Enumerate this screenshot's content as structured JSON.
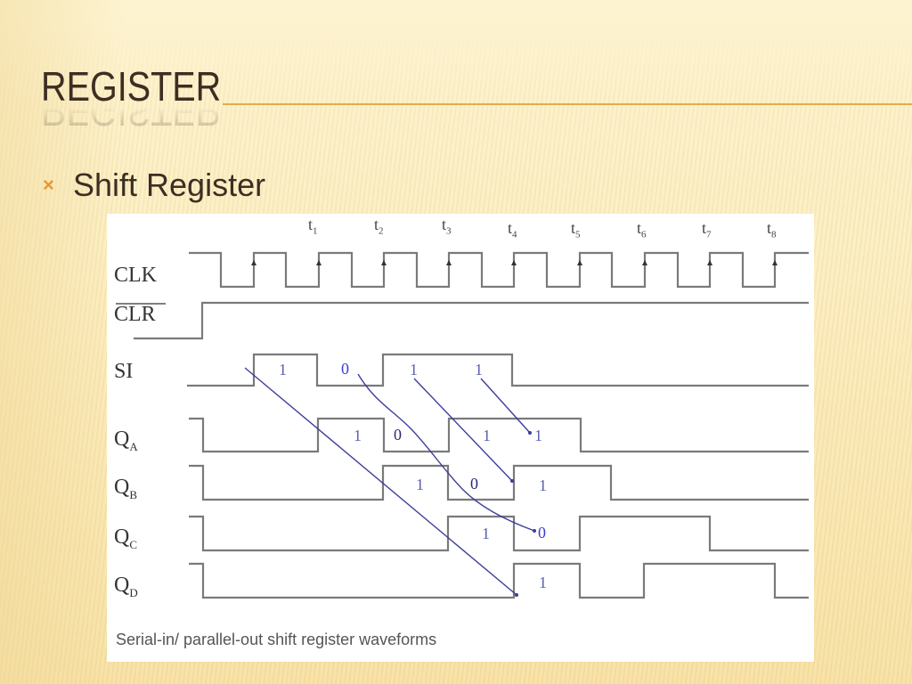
{
  "slide": {
    "title": "REGISTER",
    "bullets": [
      {
        "marker": "×",
        "text": "Shift Register"
      }
    ],
    "colors": {
      "background": "#fdf2cc",
      "title_text": "#3d2e22",
      "accent_rule": "#e8a94a",
      "bullet_marker": "#e59a2f"
    }
  },
  "figure": {
    "caption": "Serial-in/ parallel-out shift register waveforms",
    "time_labels": [
      {
        "base": "t",
        "sub": "1"
      },
      {
        "base": "t",
        "sub": "2"
      },
      {
        "base": "t",
        "sub": "3"
      },
      {
        "base": "t",
        "sub": "4"
      },
      {
        "base": "t",
        "sub": "5"
      },
      {
        "base": "t",
        "sub": "6"
      },
      {
        "base": "t",
        "sub": "7"
      },
      {
        "base": "t",
        "sub": "8"
      }
    ],
    "signals": [
      {
        "name": "CLK",
        "sub": ""
      },
      {
        "name": "CLR",
        "sub": "",
        "overbar": true
      },
      {
        "name": "SI",
        "sub": ""
      },
      {
        "name": "Q",
        "sub": "A"
      },
      {
        "name": "Q",
        "sub": "B"
      },
      {
        "name": "Q",
        "sub": "C"
      },
      {
        "name": "Q",
        "sub": "D"
      }
    ],
    "annotations": {
      "SI": [
        "1",
        "0",
        "1",
        "1"
      ],
      "QA": [
        "1",
        "0",
        "1",
        "1"
      ],
      "QB": [
        "1",
        "0",
        "1"
      ],
      "QC": [
        "1",
        "0"
      ],
      "QD": [
        "1"
      ]
    }
  },
  "chart_data": {
    "type": "timing",
    "title": "Serial-in/ parallel-out shift register waveforms",
    "x": [
      "t1",
      "t2",
      "t3",
      "t4",
      "t5",
      "t6",
      "t7",
      "t8"
    ],
    "series": [
      {
        "name": "CLK",
        "values": "square wave, rising edge at each t"
      },
      {
        "name": "CLR (active low)",
        "values": [
          1,
          1,
          1,
          1,
          1,
          1,
          1,
          1
        ]
      },
      {
        "name": "SI",
        "values": [
          1,
          0,
          1,
          1,
          0,
          0,
          0,
          0
        ]
      },
      {
        "name": "QA",
        "values": [
          1,
          0,
          1,
          1,
          0,
          0,
          0,
          0
        ]
      },
      {
        "name": "QB",
        "values": [
          0,
          1,
          0,
          1,
          1,
          0,
          0,
          0
        ]
      },
      {
        "name": "QC",
        "values": [
          0,
          0,
          1,
          0,
          1,
          1,
          0,
          0
        ]
      },
      {
        "name": "QD",
        "values": [
          0,
          0,
          0,
          1,
          0,
          1,
          1,
          0
        ]
      }
    ]
  }
}
